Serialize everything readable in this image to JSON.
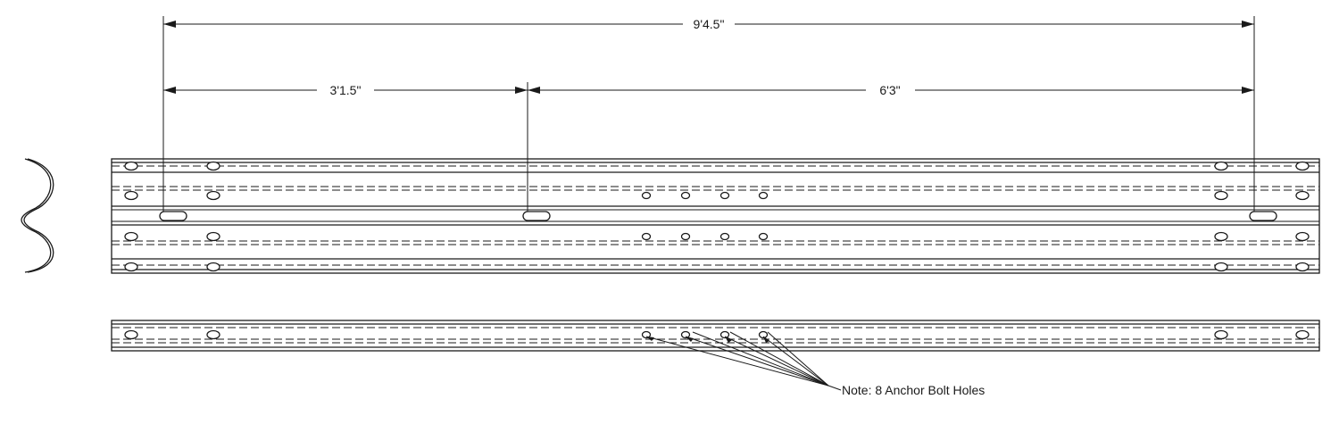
{
  "dimensions": {
    "overall": "9'4.5\"",
    "left_span": "3'1.5\"",
    "right_span": "6'3\""
  },
  "note": "Note: 8 Anchor Bolt Holes",
  "colors": {
    "line": "#1a1a1a",
    "background": "#ffffff"
  }
}
